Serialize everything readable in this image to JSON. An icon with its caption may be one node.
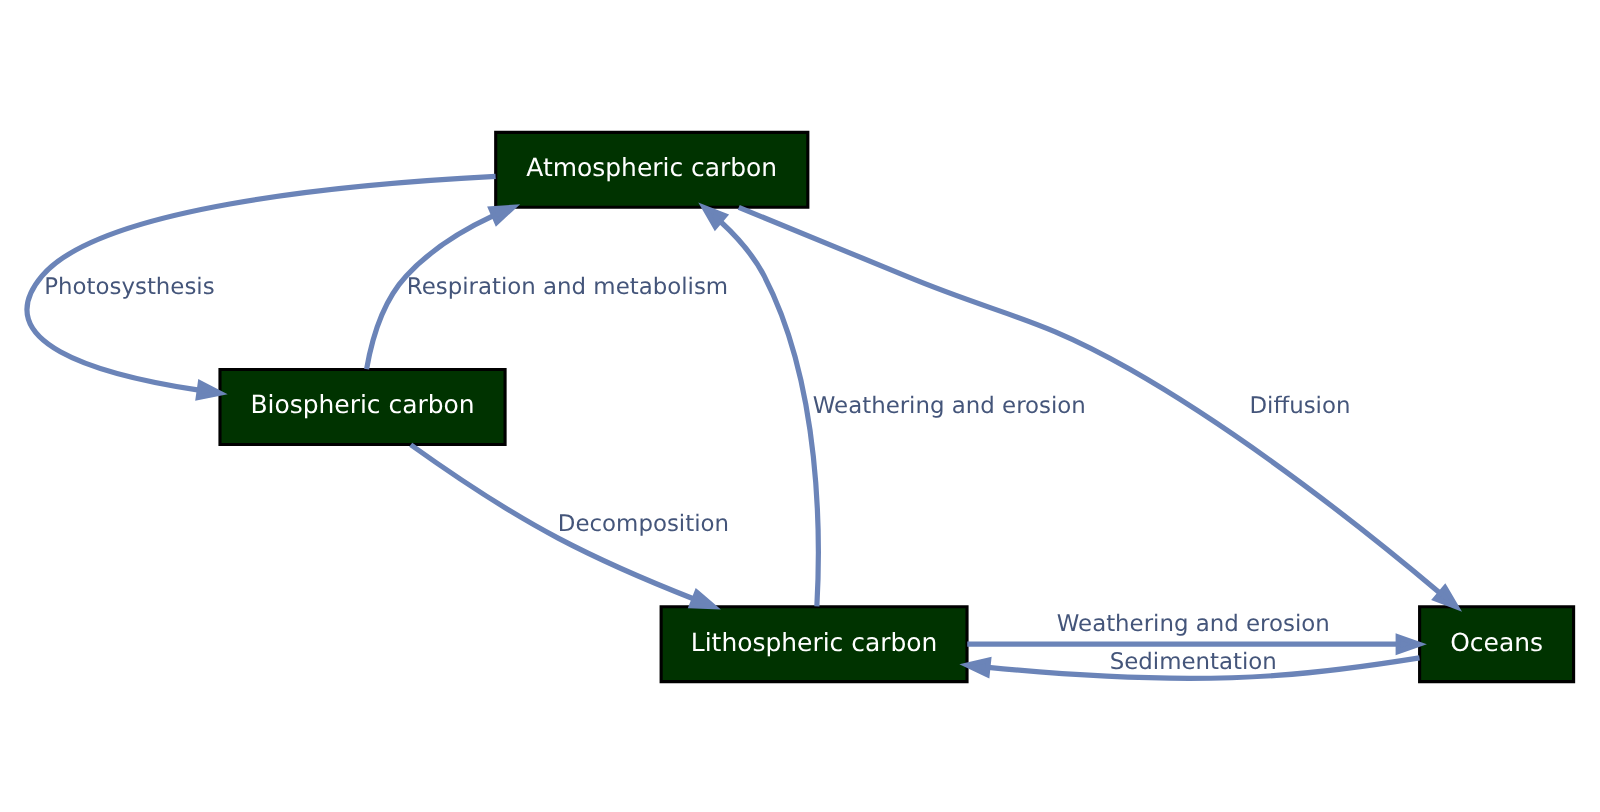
{
  "diagram": {
    "nodes": [
      {
        "text": [
          "Atmospheric carbon"
        ]
      },
      {
        "text": [
          "Biospheric carbon"
        ]
      },
      {
        "text": [
          "Lithospheric carbon"
        ]
      },
      {
        "text": [
          "Oceans"
        ]
      }
    ],
    "edges": [
      {
        "from": 0,
        "to": 1,
        "arrow": "to",
        "label": "Photosysthesis"
      },
      {
        "from": 1,
        "to": 0,
        "arrow": "to",
        "label": "Respiration and metabolism"
      },
      {
        "from": 0,
        "to": 3,
        "arrow": "to",
        "label": "Diffusion"
      },
      {
        "from": 1,
        "to": 2,
        "arrow": "to",
        "label": "Decomposition"
      },
      {
        "from": 2,
        "to": 0,
        "arrow": "to",
        "label": "Weathering and erosion"
      },
      {
        "from": 2,
        "to": 3,
        "arrow": "to",
        "label": "Weathering and erosion"
      },
      {
        "from": 3,
        "to": 2,
        "arrow": "to",
        "label": "Sedimentation"
      }
    ]
  }
}
